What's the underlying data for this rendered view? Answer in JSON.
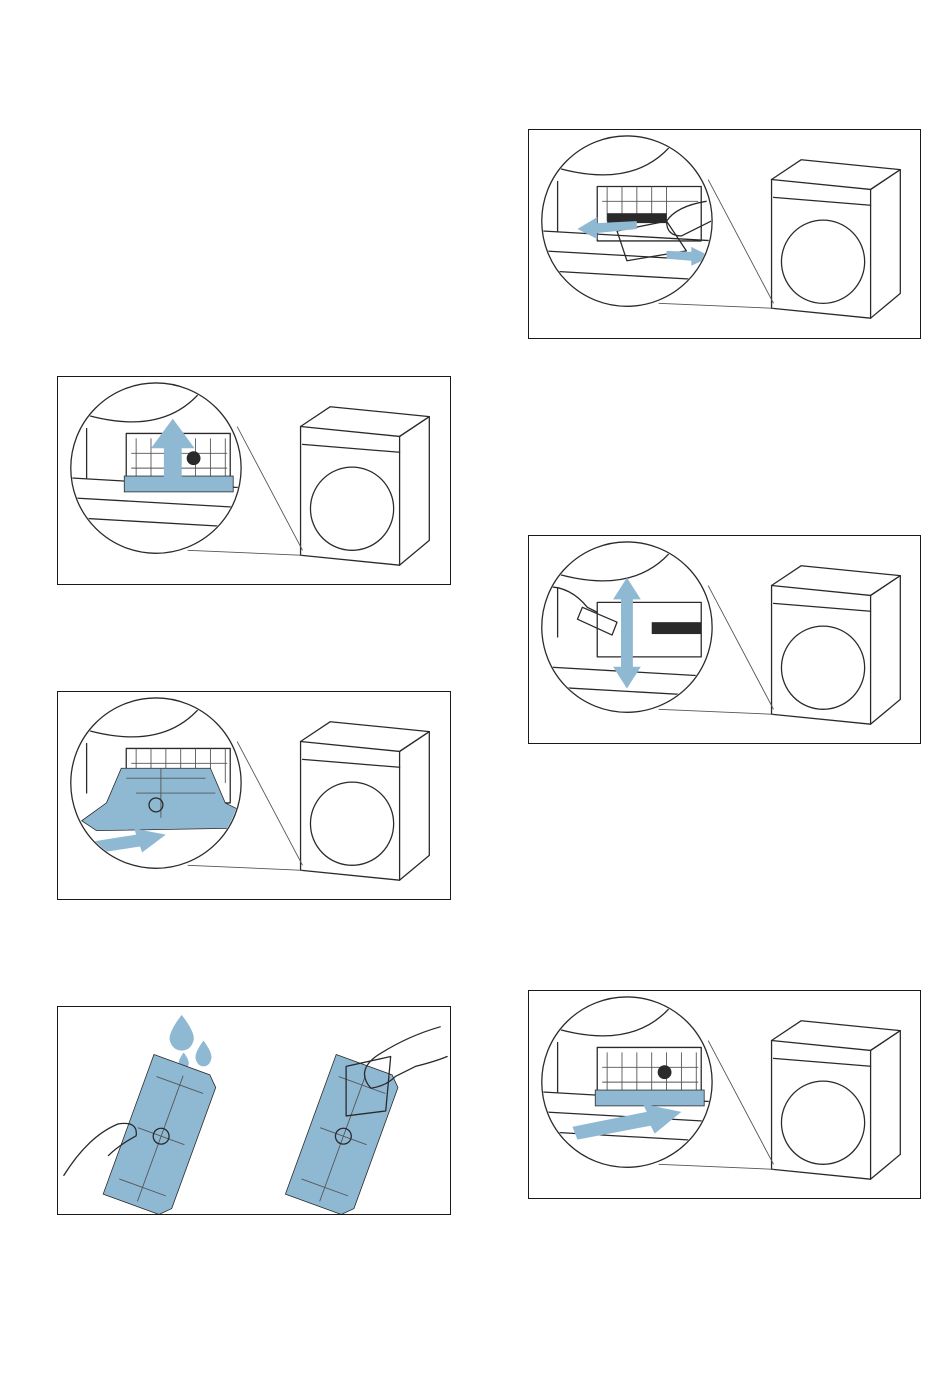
{
  "figures": [
    {
      "id": "step-1-lift-handle",
      "icon": "arrow-up-icon"
    },
    {
      "id": "step-2-pull-out-filter",
      "icon": "arrow-out-icon"
    },
    {
      "id": "step-3-rinse-and-wipe-filter",
      "icon": "water-drops-icon"
    },
    {
      "id": "step-4-wipe-filter-slot",
      "icon": "arrow-left-right-icon"
    },
    {
      "id": "step-5-vacuum-slot",
      "icon": "arrow-up-down-icon"
    },
    {
      "id": "step-6-insert-filter",
      "icon": "arrow-in-icon"
    }
  ],
  "colors": {
    "accent": "#8fb9d3",
    "line": "#2a2a2a"
  }
}
